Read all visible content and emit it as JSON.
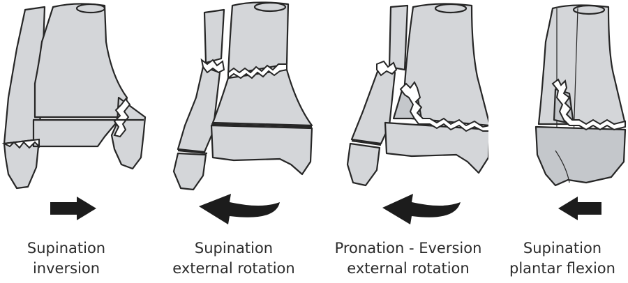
{
  "panels": [
    {
      "caption_line1": "Supination",
      "caption_line2": "inversion"
    },
    {
      "caption_line1": "Supination",
      "caption_line2": "external rotation"
    },
    {
      "caption_line1": "Pronation - Eversion",
      "caption_line2": "external rotation"
    },
    {
      "caption_line1": "Supination",
      "caption_line2": "plantar flexion"
    }
  ],
  "colors": {
    "bone": "#d4d6d9",
    "outline": "#262626",
    "arrow": "#1c1c1c"
  }
}
